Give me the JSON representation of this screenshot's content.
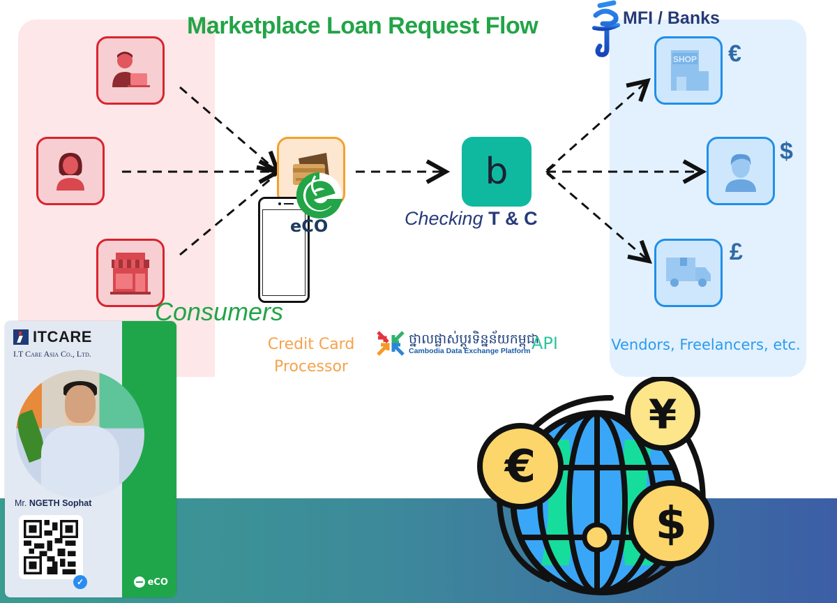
{
  "title": "Marketplace Loan Request Flow",
  "mfi": {
    "title": "MFI / Banks",
    "glyph_icon": "khmer-letter-icon",
    "glyph_char": "ទ"
  },
  "consumers": {
    "label": "Consumers",
    "nodes": [
      {
        "name": "freelancer-consumer",
        "icon": "person-laptop-icon"
      },
      {
        "name": "woman-consumer",
        "icon": "woman-icon"
      },
      {
        "name": "shop-consumer",
        "icon": "storefront-icon"
      }
    ]
  },
  "processor": {
    "label_line1": "Credit Card",
    "label_line2": "Processor",
    "icon": "credit-cards-icon",
    "eco_label": "eCO"
  },
  "checker": {
    "letter": "b",
    "label_italic": "Checking",
    "label_bold": "T & C"
  },
  "cdep": {
    "khmer": "ថ្នាលផ្លាស់ប្តូរទិន្នន័យកម្ពុជា",
    "english": "Cambodia Data Exchange Platform",
    "api_label": "API"
  },
  "vendors": {
    "label": "Vendors, Freelancers, etc.",
    "nodes": [
      {
        "name": "shop-vendor",
        "icon": "shop-icon",
        "currency": "€"
      },
      {
        "name": "freelancer-vendor",
        "icon": "man-icon",
        "currency": "$"
      },
      {
        "name": "delivery-vendor",
        "icon": "truck-icon",
        "currency": "£"
      }
    ]
  },
  "idcard": {
    "brand": "ITCARE",
    "company": "I.T Care Asia Co., Ltd.",
    "name_prefix": "Mr.",
    "name": "NGETH Sophat",
    "footer_brand": "eCO"
  },
  "globe": {
    "currencies": [
      "€",
      "¥",
      "$"
    ]
  },
  "colors": {
    "title_green": "#22a447",
    "navy": "#263a78",
    "consumer_red": "#d9232e",
    "vendor_blue": "#1f8fe8",
    "processor_orange": "#f4a02d",
    "checker_teal": "#0fb99f"
  }
}
